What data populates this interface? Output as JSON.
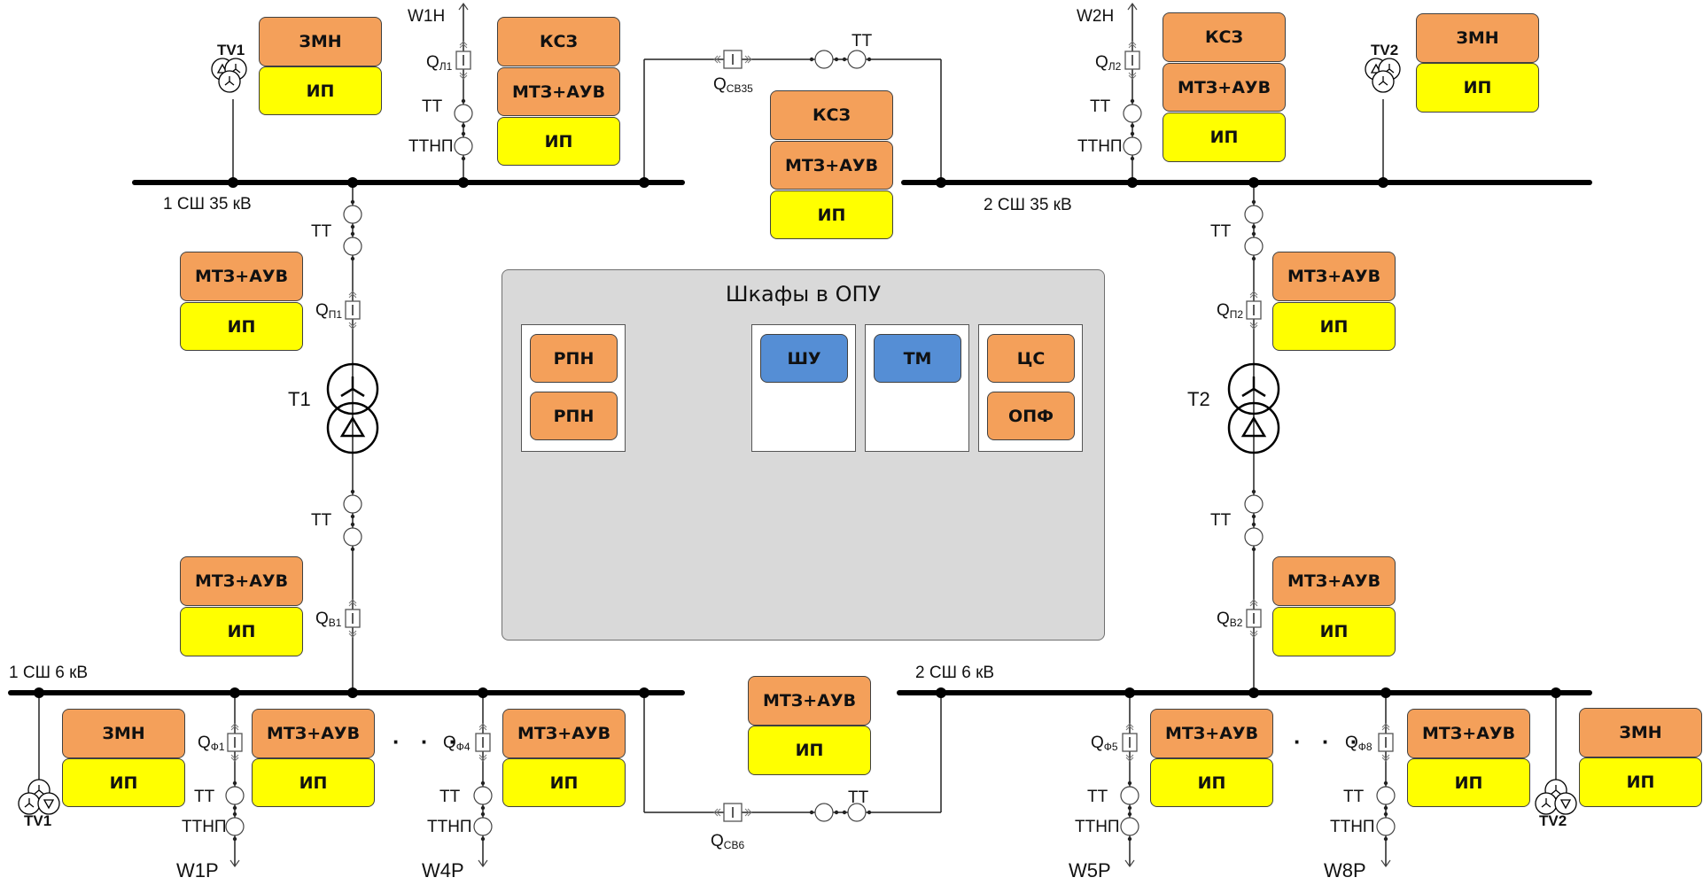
{
  "colors": {
    "protection": "#f4a05a",
    "power_supply": "#ffff00",
    "control": "#558ed5",
    "panel": "#d9d9d9"
  },
  "buses": {
    "bus1_35": "1 СШ 35 кВ",
    "bus2_35": "2 СШ 35 кВ",
    "bus1_6": "1 СШ 6 кВ",
    "bus2_6": "2 СШ 6 кВ"
  },
  "transformers": {
    "t1": "Т1",
    "t2": "Т2"
  },
  "voltage_transformers": {
    "tv1_top": "TV1",
    "tv2_top": "TV2",
    "tv1_bottom": "TV1",
    "tv2_bottom": "TV2"
  },
  "lines": {
    "w1h": "W1Н",
    "w2h": "W2Н",
    "w1p": "W1Р",
    "w4p": "W4Р",
    "w5p": "W5Р",
    "w8p": "W8Р"
  },
  "breakers": {
    "ql1": {
      "q": "Q",
      "sub": "Л1"
    },
    "ql2": {
      "q": "Q",
      "sub": "Л2"
    },
    "qsv35": {
      "q": "Q",
      "sub": "СВ35"
    },
    "qp1": {
      "q": "Q",
      "sub": "П1"
    },
    "qp2": {
      "q": "Q",
      "sub": "П2"
    },
    "qv1": {
      "q": "Q",
      "sub": "В1"
    },
    "qv2": {
      "q": "Q",
      "sub": "В2"
    },
    "qf1": {
      "q": "Q",
      "sub": "Ф1"
    },
    "qf4": {
      "q": "Q",
      "sub": "Ф4"
    },
    "qf5": {
      "q": "Q",
      "sub": "Ф5"
    },
    "qf8": {
      "q": "Q",
      "sub": "Ф8"
    },
    "qsv6": {
      "q": "Q",
      "sub": "СВ6"
    }
  },
  "ct_labels": {
    "tt": "ТТ",
    "ttnp": "ТТНП"
  },
  "ellipsis": "· · ·",
  "blocks": {
    "zmn": "ЗМН",
    "ip": "ИП",
    "ksz": "КСЗ",
    "mtz_auv": "МТЗ+АУВ",
    "rpn": "РПН",
    "shu": "ШУ",
    "tm": "ТМ",
    "cs": "ЦС",
    "opf": "ОПФ"
  },
  "panel": {
    "title": "Шкафы в ОПУ"
  }
}
